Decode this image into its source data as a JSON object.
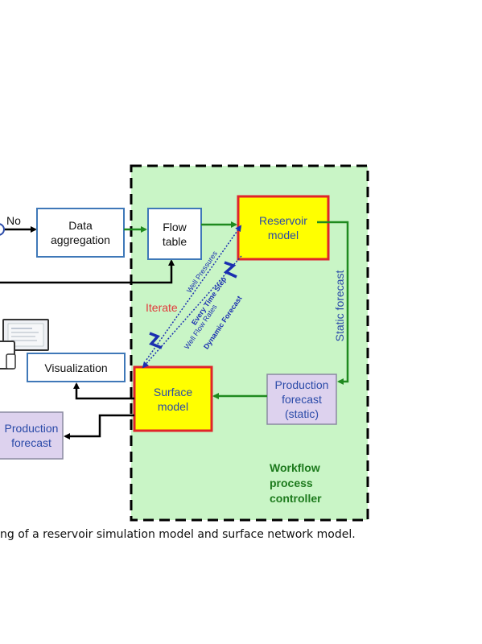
{
  "connector_label": "No",
  "boxes": {
    "data_aggregation": "Data\naggregation",
    "flow_table": "Flow\ntable",
    "reservoir_model": "Reservoir\nmodel",
    "surface_model": "Surface\nmodel",
    "production_forecast_static": "Production\nforecast\n(static)",
    "visualization": "Visualization",
    "production_forecast": "Production\nforecast"
  },
  "labels": {
    "iterate": "Iterate",
    "static_forecast": "Static forecast",
    "well_pressures": "Well Pressures",
    "every_time_step": "Every Time Step",
    "well_flow_rates": "Well Flow Rates",
    "dynamic_forecast": "Dynamic Forecast",
    "controller": "Workflow\nprocess\ncontroller"
  },
  "caption": "ng of a reservoir simulation model and surface network model.",
  "colors": {
    "controller_fill": "#c9f5c6",
    "model_fill": "#ffff00",
    "model_border": "#e0242a",
    "box_border": "#3f78b8",
    "forecast_fill": "#ddd2ee",
    "flow_arrow": "#1f8a1f",
    "iterate_text": "#e23b3b",
    "dotted_line": "#1a2fb0"
  }
}
